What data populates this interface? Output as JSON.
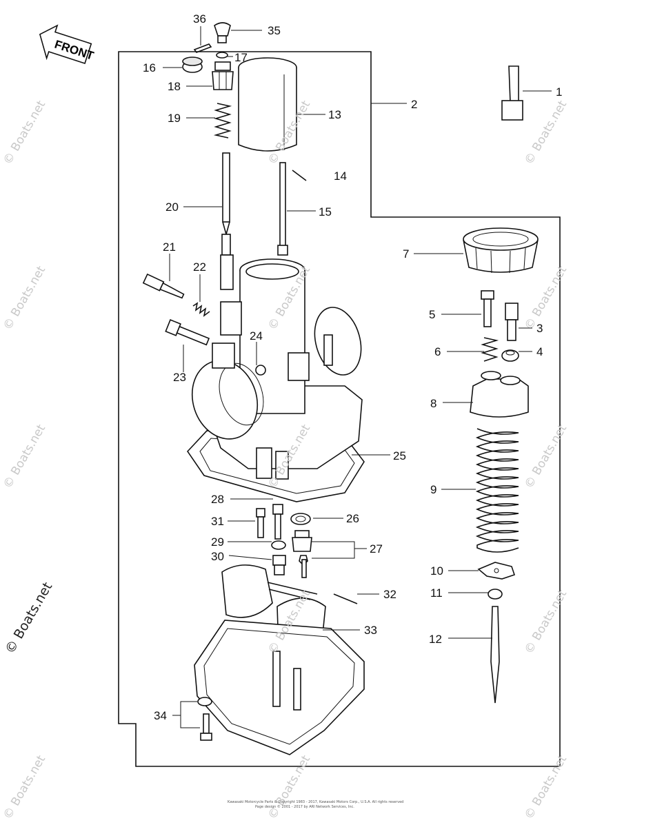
{
  "front_label": "FRONT",
  "watermark": "© Boats.net",
  "copyright_lines": [
    "Kawasaki Motorcycle Parts & Copyright 1983 - 2017, Kawasaki Motors Corp., U.S.A. All rights reserved",
    "Page design © 2001 - 2017 by ARI Network Services, Inc."
  ],
  "callouts": [
    "1",
    "2",
    "3",
    "4",
    "5",
    "6",
    "7",
    "8",
    "9",
    "10",
    "11",
    "12",
    "13",
    "14",
    "15",
    "16",
    "17",
    "18",
    "19",
    "20",
    "21",
    "22",
    "23",
    "24",
    "25",
    "26",
    "27",
    "28",
    "29",
    "30",
    "31",
    "32",
    "33",
    "34",
    "35",
    "36"
  ]
}
